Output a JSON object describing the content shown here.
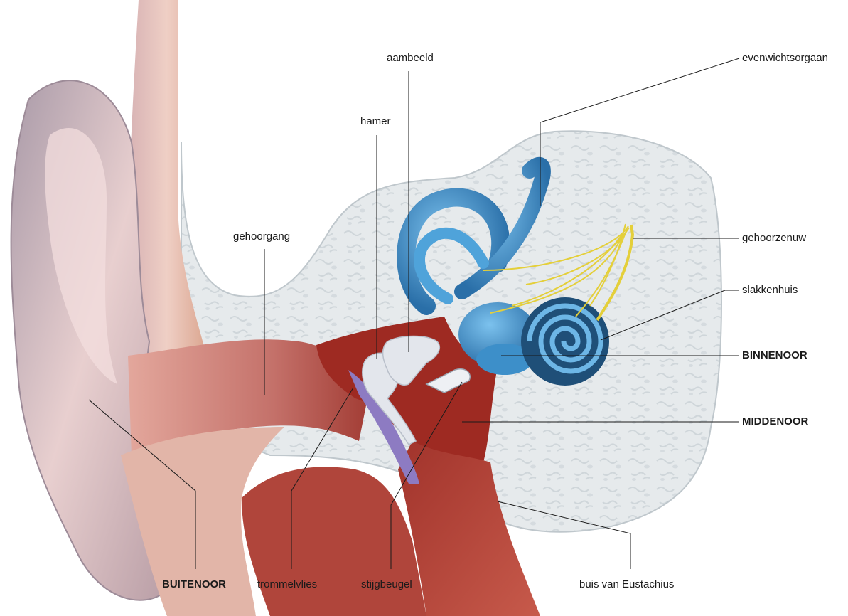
{
  "labels": {
    "aambeeld": "aambeeld",
    "evenwichtsorgaan": "evenwichtsorgaan",
    "hamer": "hamer",
    "gehoorgang": "gehoorgang",
    "gehoorzenuw": "gehoorzenuw",
    "slakkenhuis": "slakkenhuis",
    "binnenoor": "BINNENOOR",
    "middenoor": "MIDDENOOR",
    "buitenoor": "BUITENOOR",
    "trommelvlies": "trommelvlies",
    "stijgbeugel": "stijgbeugel",
    "buis_van_eustachius": "buis van Eustachius"
  },
  "colors": {
    "skin": "#e9c3b6",
    "skin_shadow": "#c79a92",
    "ear_outer": "#b9a3ad",
    "bone": "#e6eaec",
    "bone_texture": "#cfd6da",
    "canal": "#c4716a",
    "middle_ear": "#9e2a22",
    "eustachian": "#b64a3e",
    "eardrum": "#8d7bc2",
    "ossicles": "#dfe3ea",
    "labyrinth": "#3d8fc9",
    "cochlea_dark": "#1f4f78",
    "nerve": "#e4cf3a",
    "leader_line": "#1a1a1a"
  }
}
